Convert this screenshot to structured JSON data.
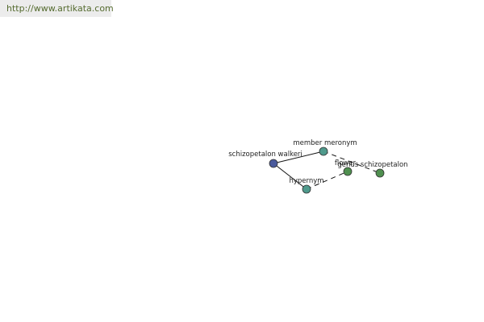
{
  "header": {
    "url": "http://www.artikata.com"
  },
  "graph": {
    "nodes": [
      {
        "id": "n0",
        "label": "schizopetalon walkeri",
        "kind": "root"
      },
      {
        "id": "n1",
        "label": "member meronym",
        "kind": "relation"
      },
      {
        "id": "n2",
        "label": "hypernym",
        "kind": "relation"
      },
      {
        "id": "n3",
        "label": "flower",
        "kind": "target"
      },
      {
        "id": "n4",
        "label": "genus schizopetalon",
        "kind": "target"
      }
    ],
    "edges": [
      {
        "from": "n0",
        "to": "n1",
        "style": "solid"
      },
      {
        "from": "n0",
        "to": "n2",
        "style": "solid"
      },
      {
        "from": "n1",
        "to": "n4",
        "style": "dashed"
      },
      {
        "from": "n2",
        "to": "n3",
        "style": "dashed"
      }
    ]
  },
  "colors": {
    "url_text": "#556b2f",
    "url_background": "#ececec",
    "node_root": "#4a5a9c",
    "node_relation": "#4f9a8c",
    "node_target": "#4f8f4f",
    "node_stroke": "#333333",
    "edge": "#111111"
  }
}
